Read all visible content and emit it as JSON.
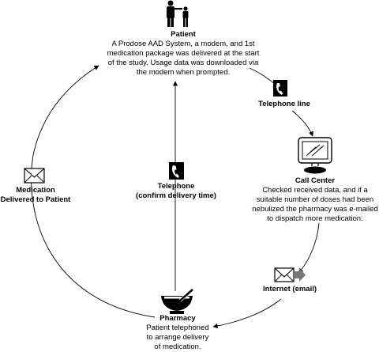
{
  "nodes": {
    "patient": {
      "title": "Patient",
      "desc_lines": [
        "A Prodose AAD System, a modem, and 1st",
        "medication package was delivered at the start",
        "of the study. Usage data was downloaded via",
        "the modem when prompted."
      ],
      "icon": "parent-child-icon"
    },
    "telephone_line": {
      "title": "Telephone line",
      "icon": "telephone-icon"
    },
    "call_center": {
      "title": "Call Center",
      "desc_lines": [
        "Checked received data, and if a",
        "suitable number of doses had been",
        "nebulized the pharmacy was e-mailed",
        "to dispatch more medication."
      ],
      "icon": "computer-monitor-icon"
    },
    "internet": {
      "title": "Internet (email)",
      "icon": "email-envelope-icon"
    },
    "pharmacy": {
      "title": "Pharmacy",
      "desc_lines": [
        "Patient telephoned",
        "to arrange delivery",
        "of medication."
      ],
      "icon": "mortar-pestle-icon"
    },
    "medication_delivered": {
      "title_lines": [
        "Medication",
        "Delivered to Patient"
      ],
      "icon": "envelope-icon"
    },
    "telephone_center": {
      "title_lines": [
        "Telephone",
        "(confirm delivery time)"
      ],
      "icon": "telephone-icon"
    }
  },
  "colors": {
    "line": "#000000",
    "icon": "#000000",
    "background": "#ffffff"
  }
}
